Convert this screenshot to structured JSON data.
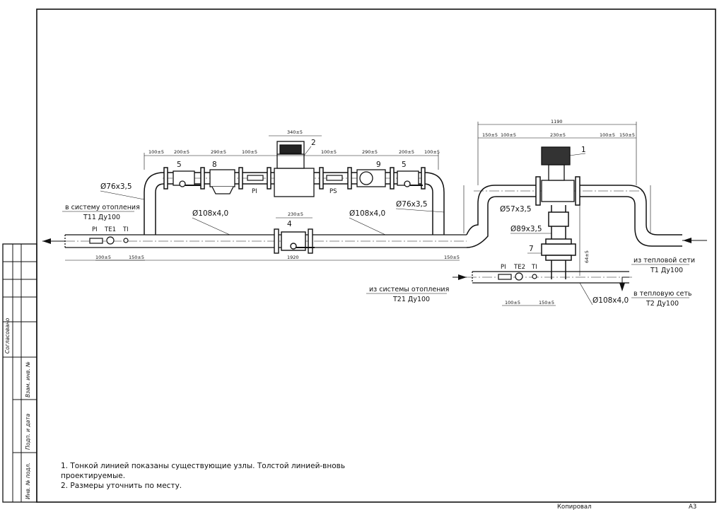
{
  "pipes": {
    "d76_left": "Ø76х3,5",
    "d76_right": "Ø76х3,5",
    "d108_left": "Ø108х4,0",
    "d108_mid": "Ø108х4,0",
    "d57": "Ø57х3,5",
    "d89": "Ø89х3,5",
    "d108_lower": "Ø108х4,0"
  },
  "flows": {
    "to_heating": "в систему отопления",
    "to_heating_code": "Т11 Ду100",
    "from_heating": "из системы отопления",
    "from_heating_code": "Т21 Ду100",
    "from_network": "из тепловой сети",
    "from_network_code": "Т1 Ду100",
    "to_network": "в тепловую сеть",
    "to_network_code": "Т2 Ду100"
  },
  "instruments": {
    "pi_left": "PI",
    "te1": "TE1",
    "ti_left": "TI",
    "pi_upper": "PI",
    "ps_upper": "PS",
    "pi_lower": "PI",
    "te2": "TE2",
    "ti_lower": "TI"
  },
  "positions": {
    "p1": "1",
    "p2": "2",
    "p4": "4",
    "p5a": "5",
    "p5b": "5",
    "p7": "7",
    "p8": "8",
    "p9": "9"
  },
  "dims": {
    "d1920": "1920",
    "d1190": "1190",
    "d340": "340±5",
    "d230_pump": "230±5",
    "d230_valve": "230±5",
    "d290_a": "290±5",
    "d290_b": "290±5",
    "d200_a": "200±5",
    "d200_b": "200±5",
    "d100": "100±5",
    "d150": "150±5",
    "d64": "64±5"
  },
  "notes": {
    "line1": "1. Тонкой линией показаны существующие узлы. Толстой линией-вновь",
    "line2": "проектируемые.",
    "line3": "2. Размеры уточнить по месту."
  },
  "stamp": {
    "agreed": "Согласовано",
    "inv_replace": "Взам. инв. №",
    "sign_date": "Подп. и дата",
    "inv_orig": "Инв. № подл.",
    "copied": "Копировал",
    "format": "А3"
  }
}
